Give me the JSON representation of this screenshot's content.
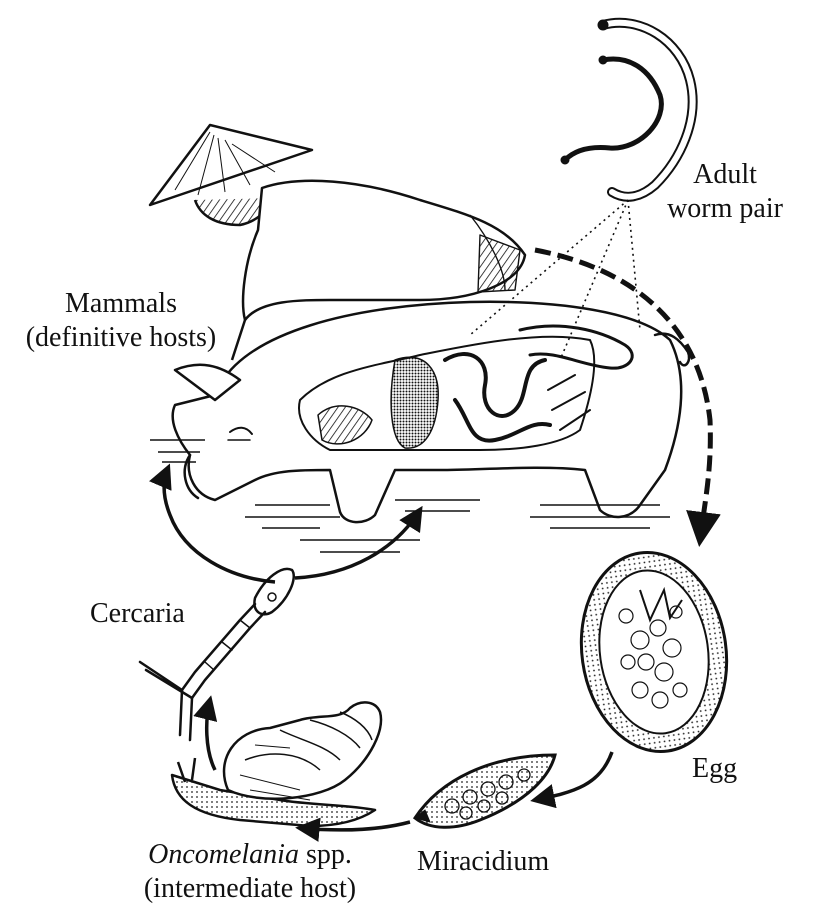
{
  "labels": {
    "adult_worm_pair": [
      "Adult",
      "worm pair"
    ],
    "mammals": [
      "Mammals",
      "(definitive hosts)"
    ],
    "cercaria": "Cercaria",
    "egg": "Egg",
    "miracidium": "Miracidium",
    "intermediate_host": {
      "genus": "Oncomelania",
      "suffix": " spp.",
      "role": "(intermediate host)"
    }
  },
  "colors": {
    "ink": "#111111",
    "paper": "#ffffff",
    "shade": "#555555"
  }
}
